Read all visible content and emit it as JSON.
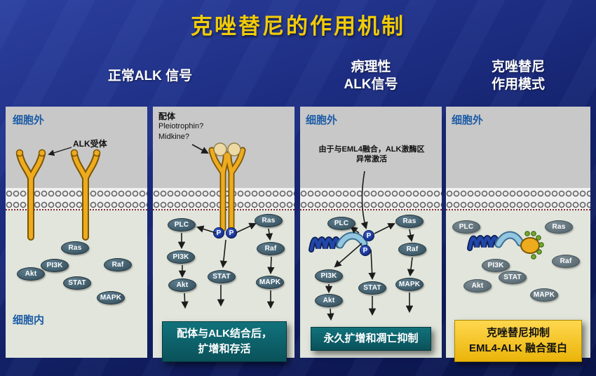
{
  "title": "克唑替尼的作用机制",
  "headers": {
    "normal": "正常ALK 信号",
    "pathologic": "病理性\nALK信号",
    "crizotinib": "克唑替尼\n作用模式"
  },
  "panel1": {
    "extracellular": "细胞外",
    "intracellular": "细胞内",
    "receptor_label": "ALK受体",
    "nodes": [
      "Ras",
      "PI3K",
      "Akt",
      "STAT",
      "Raf",
      "MAPK"
    ]
  },
  "panel2": {
    "ligand_title": "配体",
    "ligand_names": "Pleiotrophin?\nMidkine?",
    "phospho": "P",
    "nodes": [
      "PLC",
      "Ras",
      "PI3K",
      "Raf",
      "STAT",
      "Akt",
      "MAPK"
    ],
    "caption": "配体与ALK结合后，\n扩增和存活"
  },
  "panel3": {
    "extracellular": "细胞外",
    "annotation": "由于与EML4融合，ALK激酶区\n异常激活",
    "phospho": "P",
    "nodes": [
      "PLC",
      "Ras",
      "PI3K",
      "Raf",
      "STAT",
      "Akt",
      "MAPK"
    ],
    "caption": "永久扩增和凋亡抑制"
  },
  "panel4": {
    "extracellular": "细胞外",
    "nodes": [
      "PLC",
      "Ras",
      "PI3K",
      "Raf",
      "STAT",
      "Akt",
      "MAPK"
    ],
    "caption": "克唑替尼抑制\nEML4-ALK 融合蛋白"
  },
  "colors": {
    "background_navy": "#16246e",
    "title_yellow": "#f0cb08",
    "cell_label_blue": "#1c5ca6",
    "extracellular_gray": "#c8c8c8",
    "intracellular_gray_green": "#e1e5db",
    "receptor_yellow": "#eeab1e",
    "node_slate_blue": "#3e5a68",
    "phospho_blue": "#162f8a",
    "fusion_dark_blue": "#2147a8",
    "fusion_light_blue": "#93c6e0",
    "crizotinib_green": "#79aa2f",
    "caption_teal": "#0c616a",
    "caption_gold": "#f6c515",
    "membrane_line_red": "#7c2a2a"
  }
}
